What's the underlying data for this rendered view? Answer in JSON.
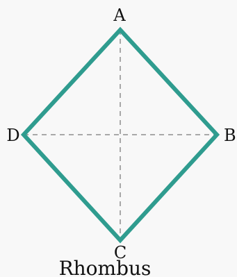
{
  "diagram": {
    "caption": "Rhombus",
    "vertices": {
      "A": "A",
      "B": "B",
      "C": "C",
      "D": "D"
    },
    "colors": {
      "outline": "#2f9c8f",
      "diagonals": "#a8a8a8",
      "background": "#f8f8f8",
      "text": "#111111"
    }
  }
}
